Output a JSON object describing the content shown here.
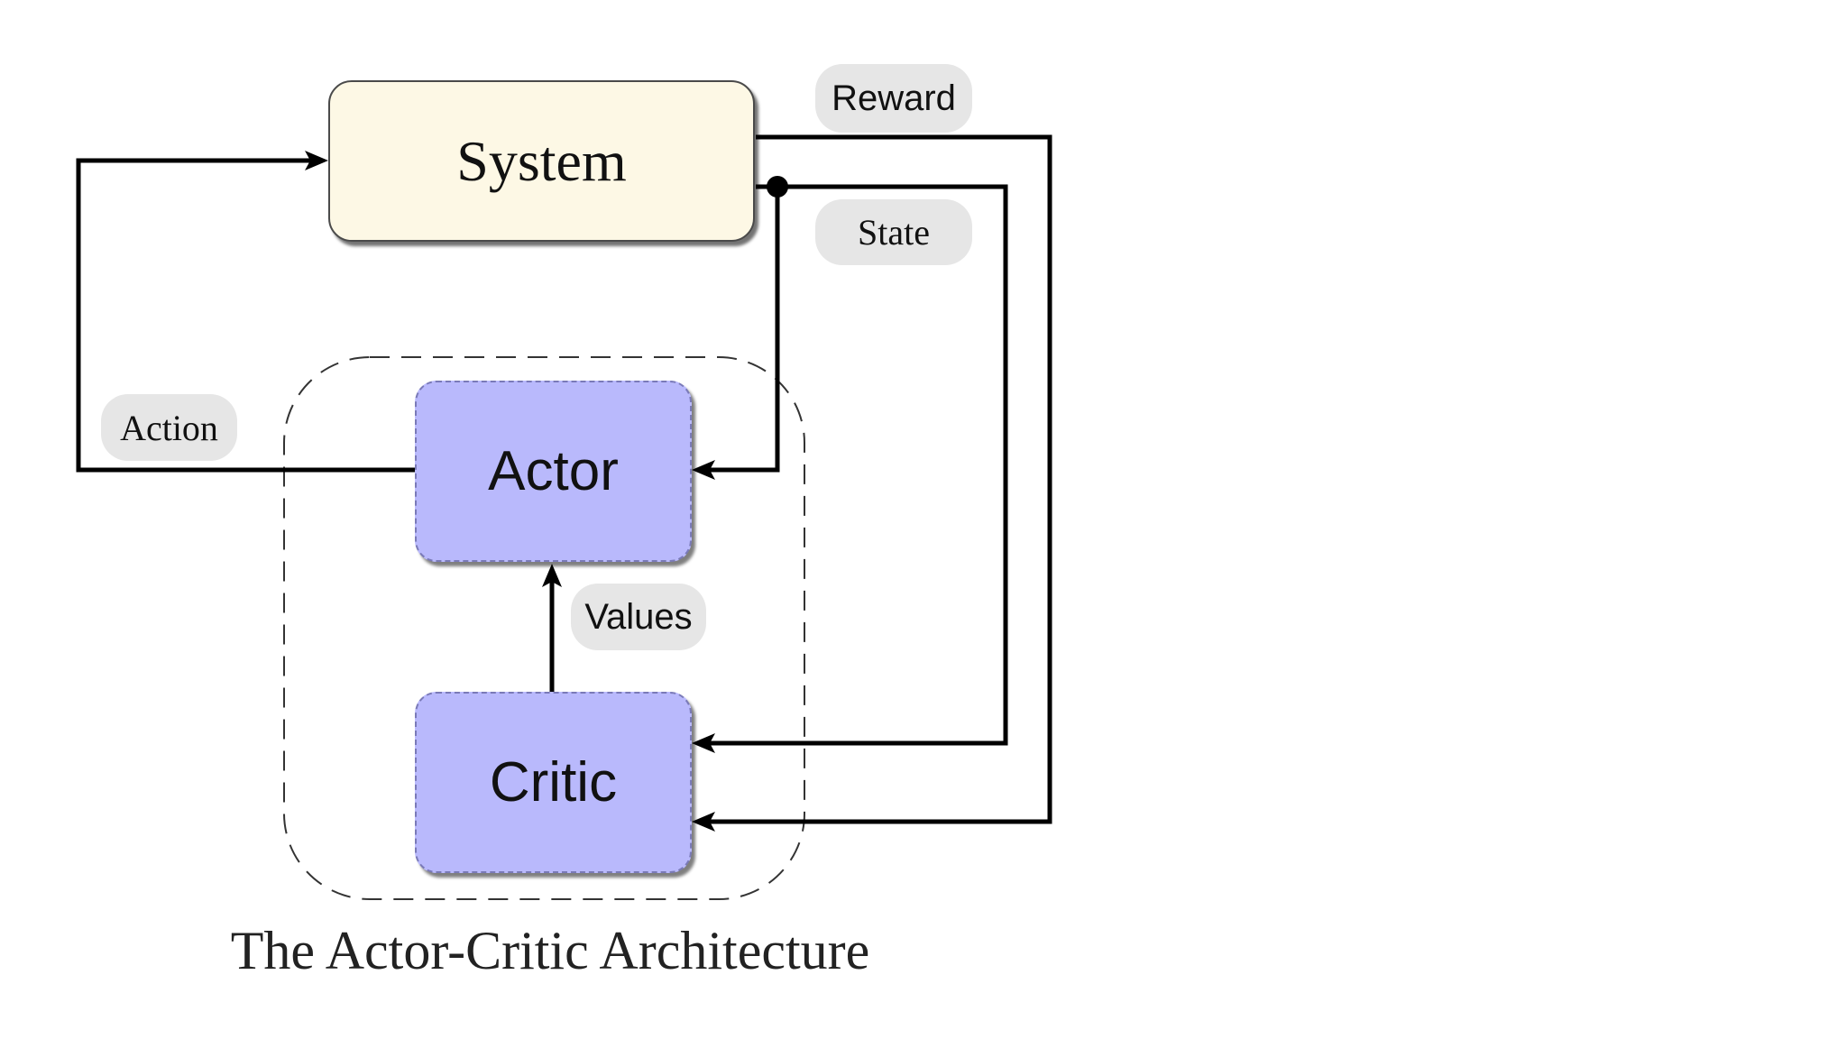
{
  "nodes": {
    "system": "System",
    "actor": "Actor",
    "critic": "Critic"
  },
  "edge_labels": {
    "reward": "Reward",
    "state": "State",
    "action": "Action",
    "values": "Values"
  },
  "caption": "The Actor-Critic Architecture",
  "colors": {
    "system_fill": "#fdf8e5",
    "agent_fill": "#b9b9fc",
    "label_fill": "#e6e6e6",
    "wire": "#000000"
  }
}
